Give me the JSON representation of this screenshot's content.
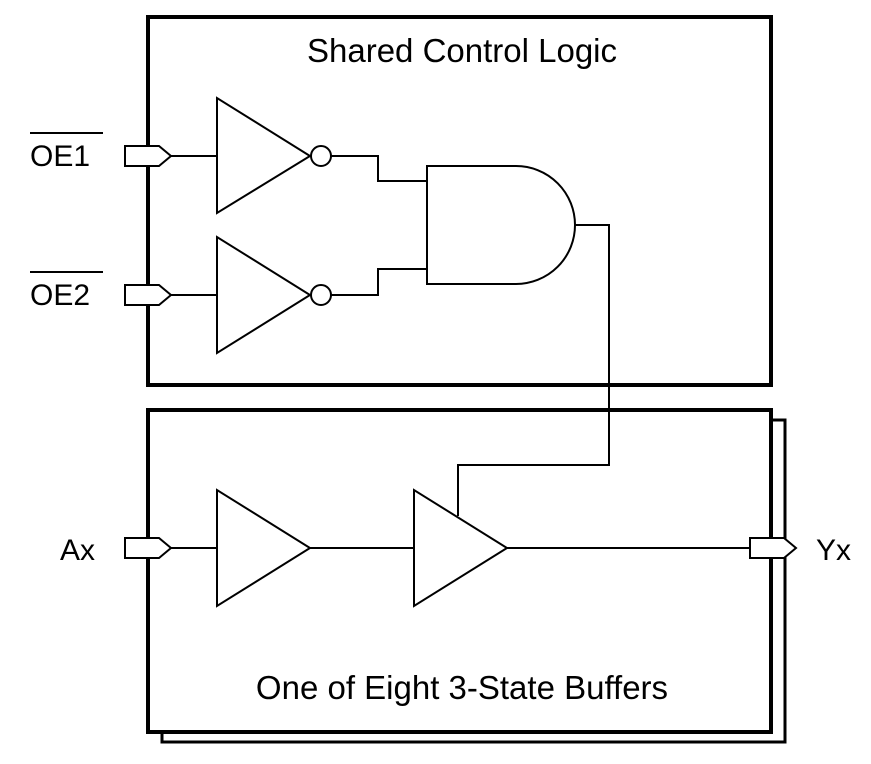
{
  "control_block": {
    "title": "Shared Control Logic"
  },
  "buffer_block": {
    "title": "One of Eight 3-State Buffers"
  },
  "pins": {
    "oe1": "OE1",
    "oe2": "OE2",
    "ax": "Ax",
    "yx": "Yx"
  }
}
